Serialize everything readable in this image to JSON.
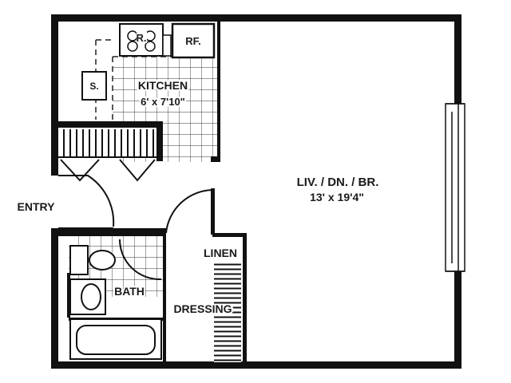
{
  "rooms": {
    "kitchen": {
      "name": "KITCHEN",
      "size": "6' x 7'10\""
    },
    "living": {
      "name": "LIV. / DN. / BR.",
      "size": "13' x 19'4\""
    },
    "bath": {
      "name": "BATH"
    },
    "linen": {
      "name": "LINEN"
    },
    "dressing": {
      "name": "DRESSING"
    },
    "entry": {
      "name": "ENTRY"
    }
  },
  "fixtures": {
    "range": "R.",
    "refrigerator": "RF.",
    "sink": "S."
  },
  "colors": {
    "wall": "#111111",
    "line": "#222222",
    "background": "#ffffff"
  }
}
